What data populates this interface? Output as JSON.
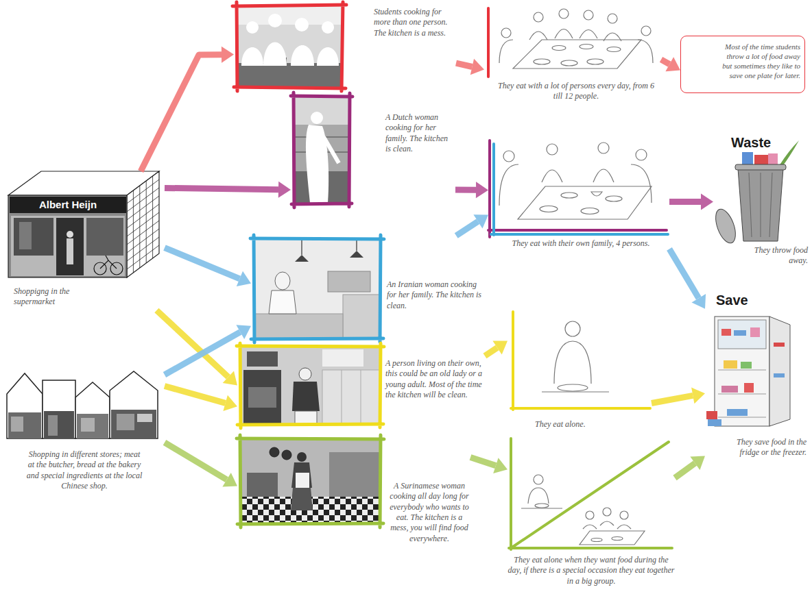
{
  "diagram": {
    "nodes": [
      {
        "text": [
          "Albert Heijn",
          "Shoppigng in the supermarket"
        ]
      },
      {
        "text": [
          "Shopping in different stores; meat at the butcher, bread at the bakery and special ingredients at the local Chinese shop."
        ]
      },
      {
        "text": [
          "Students cooking for more than one person. The kitchen is a mess."
        ]
      },
      {
        "text": [
          "A Dutch woman cooking for her family. The kitchen is clean."
        ]
      },
      {
        "text": [
          "An Iranian woman cooking for her family. The kitchen is clean."
        ]
      },
      {
        "text": [
          "A person living on their own, this could be an old lady or a young adult. Most of the time the kitchen will be clean."
        ]
      },
      {
        "text": [
          "A Surinamese woman cooking all day long for everybody who wants to eat. The kitchen is a mess, you will find food everywhere."
        ]
      },
      {
        "text": [
          "They eat with a lot of persons every day, from 6 till 12 people."
        ]
      },
      {
        "text": [
          "They eat with their own family, 4 persons."
        ]
      },
      {
        "text": [
          "They eat alone."
        ]
      },
      {
        "text": [
          "They eat alone when they want food during the day, if there is a special occasion they eat together in a big group."
        ]
      },
      {
        "text": [
          "Most of the time students throw a lot of food away but sometimes they like to save one plate for later."
        ]
      },
      {
        "text": [
          "Waste",
          "They throw food away."
        ]
      },
      {
        "text": [
          "Save",
          "They save food in the fridge or the freezer."
        ]
      }
    ],
    "edges": [
      {
        "from": 0,
        "to": 2,
        "arrow": "to"
      },
      {
        "from": 0,
        "to": 3,
        "arrow": "to"
      },
      {
        "from": 0,
        "to": 4,
        "arrow": "to"
      },
      {
        "from": 0,
        "to": 5,
        "arrow": "to"
      },
      {
        "from": 1,
        "to": 4,
        "arrow": "to"
      },
      {
        "from": 1,
        "to": 5,
        "arrow": "to"
      },
      {
        "from": 1,
        "to": 6,
        "arrow": "to"
      },
      {
        "from": 2,
        "to": 7,
        "arrow": "to"
      },
      {
        "from": 3,
        "to": 8,
        "arrow": "to"
      },
      {
        "from": 4,
        "to": 8,
        "arrow": "to"
      },
      {
        "from": 5,
        "to": 9,
        "arrow": "to"
      },
      {
        "from": 6,
        "to": 10,
        "arrow": "to"
      },
      {
        "from": 7,
        "to": 11,
        "arrow": "to"
      },
      {
        "from": 8,
        "to": 12,
        "arrow": "to"
      },
      {
        "from": 8,
        "to": 13,
        "arrow": "to"
      },
      {
        "from": 9,
        "to": 13,
        "arrow": "to"
      },
      {
        "from": 10,
        "to": 13,
        "arrow": "to"
      }
    ]
  }
}
